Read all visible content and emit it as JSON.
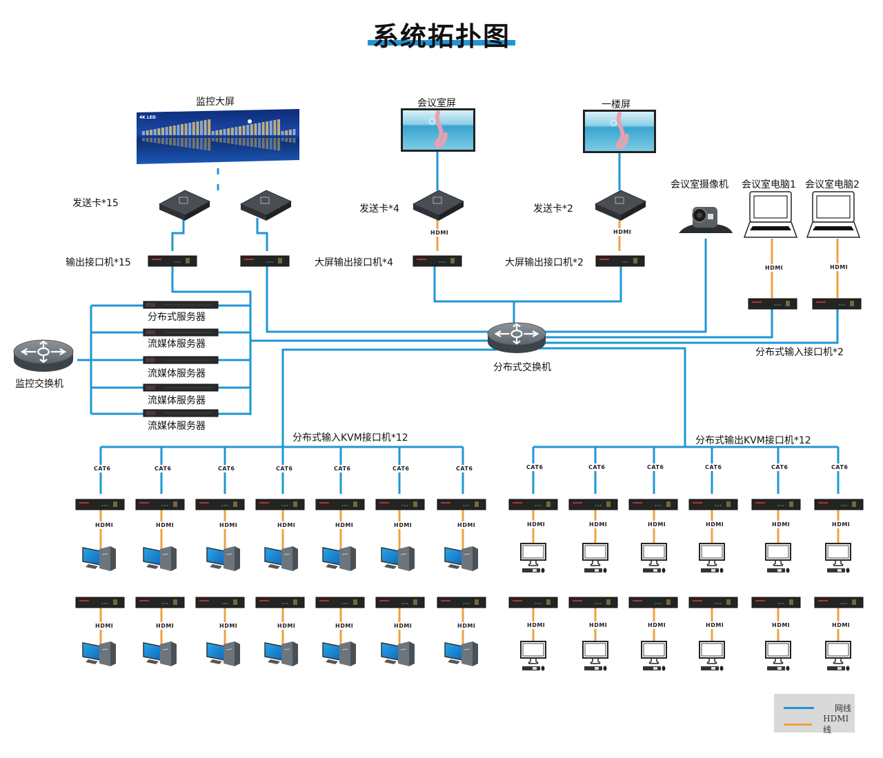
{
  "title": "系统拓扑图",
  "colors": {
    "network_line": "#1e96d6",
    "hdmi_line": "#f0a040",
    "title_underline": "#1e96d6",
    "device_dark": "#2b2b2b",
    "legend_bg": "#d9d9d9"
  },
  "cable_labels": {
    "cat6": "CAT6",
    "hdmi": "HDMI"
  },
  "top_section": {
    "monitor_wall": {
      "label": "监控大屏",
      "badge": "4K LED"
    },
    "meeting_screen": {
      "label": "会议室屏"
    },
    "floor1_screen": {
      "label": "一楼屏"
    },
    "send_card_monitor": {
      "label": "发送卡*15"
    },
    "send_card_meeting": {
      "label": "发送卡*4"
    },
    "send_card_floor1": {
      "label": "发送卡*2"
    },
    "output_interface_monitor": {
      "label": "输出接口机*15"
    },
    "output_interface_meeting": {
      "label": "大屏输出接口机*4"
    },
    "output_interface_floor1": {
      "label": "大屏输出接口机*2"
    },
    "meeting_camera": {
      "label": "会议室摄像机"
    },
    "meeting_pc1": {
      "label": "会议室电脑1"
    },
    "meeting_pc2": {
      "label": "会议室电脑2"
    },
    "input_interface": {
      "label": "分布式输入接口机*2"
    }
  },
  "servers": {
    "monitor_switch": {
      "label": "监控交换机"
    },
    "items": [
      {
        "label": "分布式服务器"
      },
      {
        "label": "流媒体服务器"
      },
      {
        "label": "流媒体服务器"
      },
      {
        "label": "流媒体服务器"
      },
      {
        "label": "流媒体服务器"
      }
    ]
  },
  "core_switch": {
    "label": "分布式交换机"
  },
  "kvm_input": {
    "label": "分布式输入KVM接口机*12",
    "columns": 7,
    "rows": 2
  },
  "kvm_output": {
    "label": "分布式输出KVM接口机*12",
    "columns": 6,
    "rows": 2
  },
  "legend": {
    "items": [
      {
        "label": "网线",
        "color": "#1e96d6"
      },
      {
        "label": "HDMI线",
        "color": "#f0a040"
      }
    ]
  }
}
